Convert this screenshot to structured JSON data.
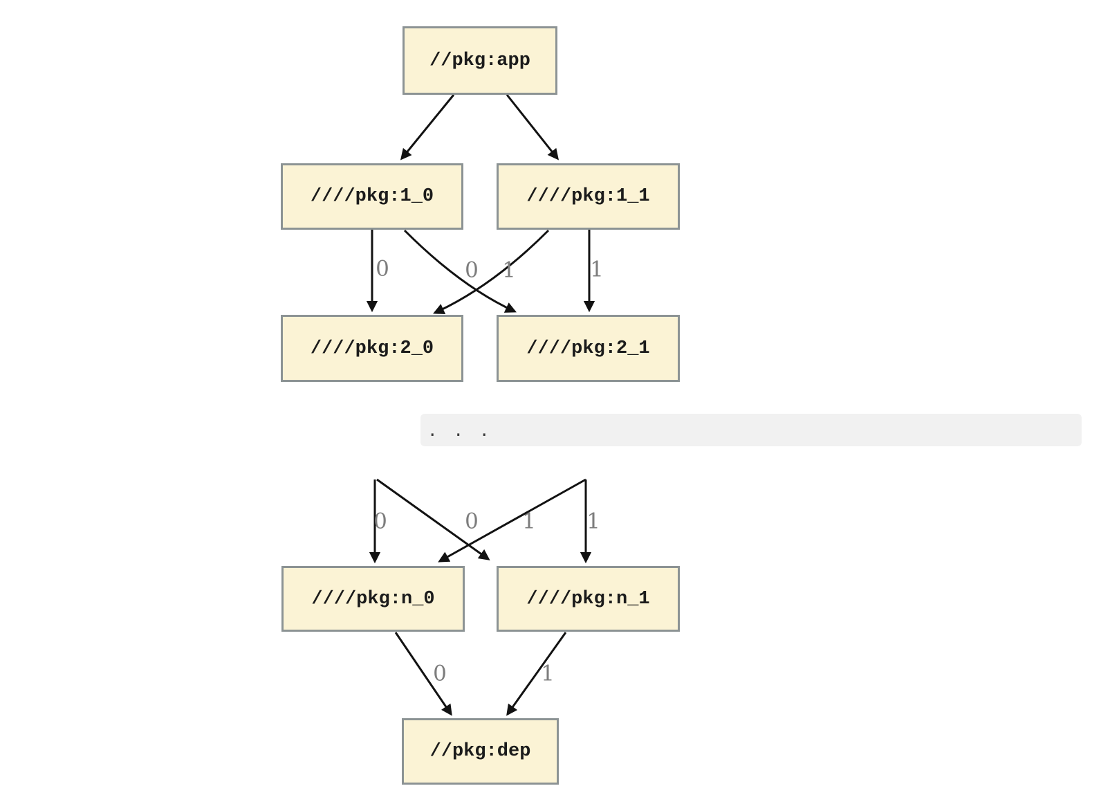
{
  "graph": {
    "nodes": {
      "app": {
        "label": "//pkg:app"
      },
      "v1_0": {
        "label": "////pkg:1_0"
      },
      "v1_1": {
        "label": "////pkg:1_1"
      },
      "v2_0": {
        "label": "////pkg:2_0"
      },
      "v2_1": {
        "label": "////pkg:2_1"
      },
      "vn_0": {
        "label": "////pkg:n_0"
      },
      "vn_1": {
        "label": "////pkg:n_1"
      },
      "dep": {
        "label": "//pkg:dep"
      }
    },
    "ellipsis": ". . .",
    "edges": [
      {
        "from": "//pkg:app",
        "to": "////pkg:1_0",
        "label": ""
      },
      {
        "from": "//pkg:app",
        "to": "////pkg:1_1",
        "label": ""
      },
      {
        "from": "////pkg:1_0",
        "to": "////pkg:2_0",
        "label": "0"
      },
      {
        "from": "////pkg:1_1",
        "to": "////pkg:2_0",
        "label": "0"
      },
      {
        "from": "////pkg:1_0",
        "to": "////pkg:2_1",
        "label": "1"
      },
      {
        "from": "////pkg:1_1",
        "to": "////pkg:2_1",
        "label": "1"
      },
      {
        "from": "...",
        "to": "////pkg:n_0",
        "label": "0"
      },
      {
        "from": "...",
        "to": "////pkg:n_0",
        "label": "0"
      },
      {
        "from": "...",
        "to": "////pkg:n_1",
        "label": "1"
      },
      {
        "from": "...",
        "to": "////pkg:n_1",
        "label": "1"
      },
      {
        "from": "////pkg:n_0",
        "to": "//pkg:dep",
        "label": "0"
      },
      {
        "from": "////pkg:n_1",
        "to": "//pkg:dep",
        "label": "1"
      }
    ],
    "colors": {
      "node_fill": "#fbf3d5",
      "node_border": "#8c9394",
      "edge": "#121212",
      "edge_label": "#7d7d7d",
      "ellipsis_band": "#f1f1f1"
    }
  }
}
